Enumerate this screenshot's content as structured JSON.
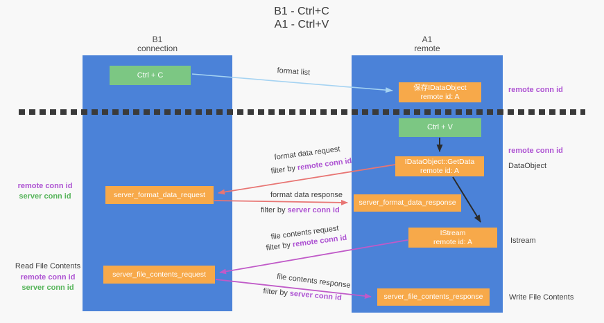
{
  "title": {
    "line1": "B1 - Ctrl+C",
    "line2": "A1 - Ctrl+V"
  },
  "lifelines": {
    "b1": {
      "name": "B1",
      "role": "connection"
    },
    "a1": {
      "name": "A1",
      "role": "remote"
    }
  },
  "nodes": {
    "ctrl_c": {
      "label": "Ctrl + C"
    },
    "save_idataobject": {
      "line1": "保存IDataObject",
      "line2": "remote id: A"
    },
    "ctrl_v": {
      "label": "Ctrl + V"
    },
    "idataobject_getdata": {
      "line1": "IDataObject::GetData",
      "line2": "remote id: A"
    },
    "server_format_data_request": {
      "label": "server_format_data_request"
    },
    "server_format_data_response": {
      "label": "server_format_data_response"
    },
    "istream": {
      "line1": "IStream",
      "line2": "remote id: A"
    },
    "server_file_contents_request": {
      "label": "server_file_contents_request"
    },
    "server_file_contents_response": {
      "label": "server_file_contents_response"
    }
  },
  "arrow_labels": {
    "format_list": "format list",
    "format_data_request": "format data request",
    "format_data_response": "format data response",
    "file_contents_request": "file contents request",
    "file_contents_response": "file contents response",
    "filter_by": "filter by ",
    "remote_conn_id": "remote conn id",
    "server_conn_id": "server conn id"
  },
  "annotations": {
    "left_mid": {
      "remote": "remote conn id",
      "server": "server conn id"
    },
    "left_bottom": {
      "title": "Read File Contents",
      "remote": "remote conn id",
      "server": "server conn id"
    },
    "right": {
      "top_remote": "remote conn id",
      "mid_remote": "remote conn id",
      "dataobject": "DataObject",
      "istream": "Istream",
      "write_file": "Write File Contents"
    }
  },
  "colors": {
    "lifeline_blue": "#4b82d8",
    "action_green": "#7cc783",
    "message_orange": "#f7a94a",
    "arrow_light_blue": "#a5d3f2",
    "arrow_red": "#e87573",
    "arrow_magenta": "#c05ac8",
    "arrow_black": "#2b2b2b",
    "conn_id_purple": "#ad52d2",
    "conn_id_green": "#56b45a",
    "separator_dark": "#3a3a3a"
  }
}
